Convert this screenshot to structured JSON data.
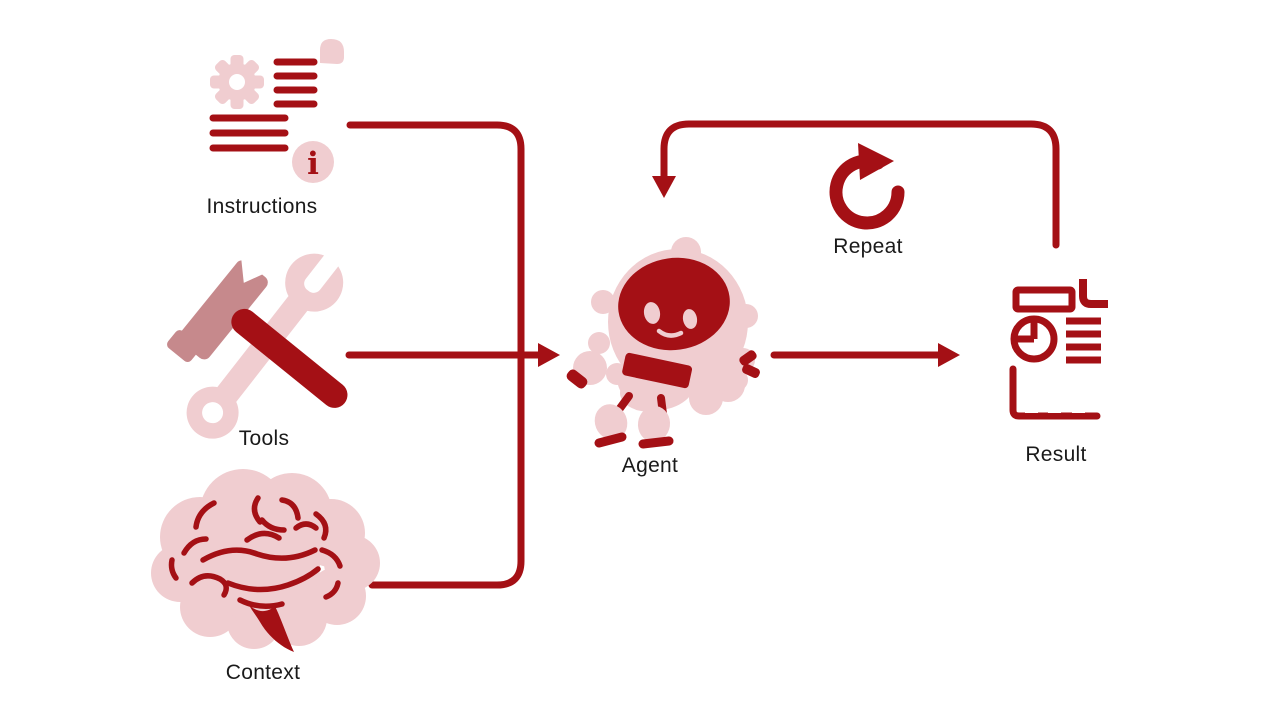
{
  "diagram_type": "agent-workflow",
  "nodes": {
    "instructions": {
      "label": "Instructions",
      "icon": "scroll-document-gear-info-icon"
    },
    "tools": {
      "label": "Tools",
      "icon": "hammer-wrench-icon"
    },
    "context": {
      "label": "Context",
      "icon": "brain-icon"
    },
    "agent": {
      "label": "Agent",
      "icon": "robot-mascot-icon"
    },
    "repeat": {
      "label": "Repeat",
      "icon": "circular-refresh-arrow-icon"
    },
    "result": {
      "label": "Result",
      "icon": "report-document-charts-icon"
    }
  },
  "glyphs": {
    "info": "i"
  },
  "connections": [
    {
      "from": "instructions",
      "to": "agent",
      "style": "merge-line"
    },
    {
      "from": "tools",
      "to": "agent",
      "style": "arrow"
    },
    {
      "from": "context",
      "to": "agent",
      "style": "merge-line"
    },
    {
      "from": "agent",
      "to": "result",
      "style": "arrow"
    },
    {
      "from": "result",
      "to": "agent",
      "style": "loop-arrow",
      "via": "repeat"
    }
  ],
  "colors": {
    "dark_red": "#A41015",
    "light_pink": "#F0CDD0",
    "rose": "#C6898C",
    "label_black": "#1A1A1A",
    "background": "#FFFFFF"
  }
}
